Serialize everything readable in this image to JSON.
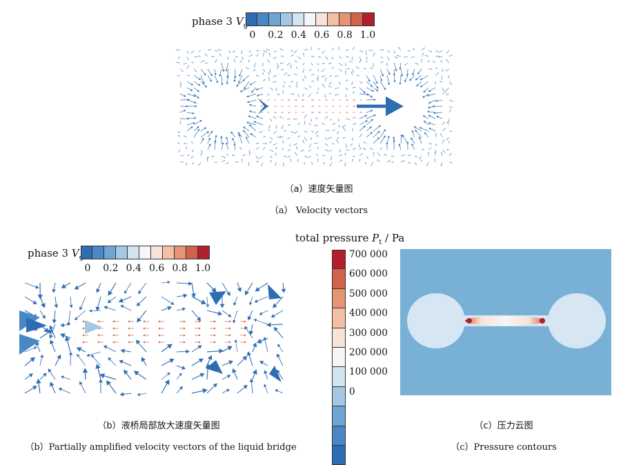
{
  "panel_a": {
    "colorbar": {
      "title_prefix": "phase 3 ",
      "title_var": "V",
      "title_sub": "g",
      "colors": [
        "#2f6db2",
        "#4a88c5",
        "#6fa5d3",
        "#a4c8e3",
        "#d3e4f1",
        "#f4f6f8",
        "#f8e3d8",
        "#f3c0a6",
        "#e69474",
        "#d3624d",
        "#b11f2e"
      ],
      "ticks": [
        "0",
        "0.2",
        "0.4",
        "0.6",
        "0.8",
        "1.0"
      ]
    },
    "caption_cn": "（a）速度矢量图",
    "caption_en": "（a）  Velocity vectors"
  },
  "panel_b": {
    "colorbar": {
      "title_prefix": "phase 3 ",
      "title_var": "V",
      "title_sub": "g",
      "colors": [
        "#2f6db2",
        "#4a88c5",
        "#6fa5d3",
        "#a4c8e3",
        "#d3e4f1",
        "#f4f6f8",
        "#f8e3d8",
        "#f3c0a6",
        "#e69474",
        "#d3624d",
        "#b11f2e"
      ],
      "ticks": [
        "0",
        "0.2",
        "0.4",
        "0.6",
        "0.8",
        "1.0"
      ]
    },
    "caption_cn": "（b）液桥局部放大速度矢量图",
    "caption_en": "（b）Partially amplified velocity vectors of the liquid bridge"
  },
  "panel_c": {
    "colorbar": {
      "title_prefix": "total pressure ",
      "title_var": "P",
      "title_sub": "t",
      "title_suffix": " / Pa",
      "colors": [
        "#b11f2e",
        "#d3624d",
        "#e69474",
        "#f3c0a6",
        "#f8e3d8",
        "#f4f6f8",
        "#d3e4f1",
        "#a4c8e3",
        "#6fa5d3",
        "#4a88c5",
        "#2f6db2"
      ],
      "ticks": [
        "700 000",
        "600 000",
        "500 000",
        "400 000",
        "300 000",
        "200 000",
        "100 000",
        "0"
      ]
    },
    "field_color": "#78b0d6",
    "drop_color": "#d6e6f3",
    "caption_cn": "（c）压力云图",
    "caption_en": "（c）Pressure contours"
  }
}
